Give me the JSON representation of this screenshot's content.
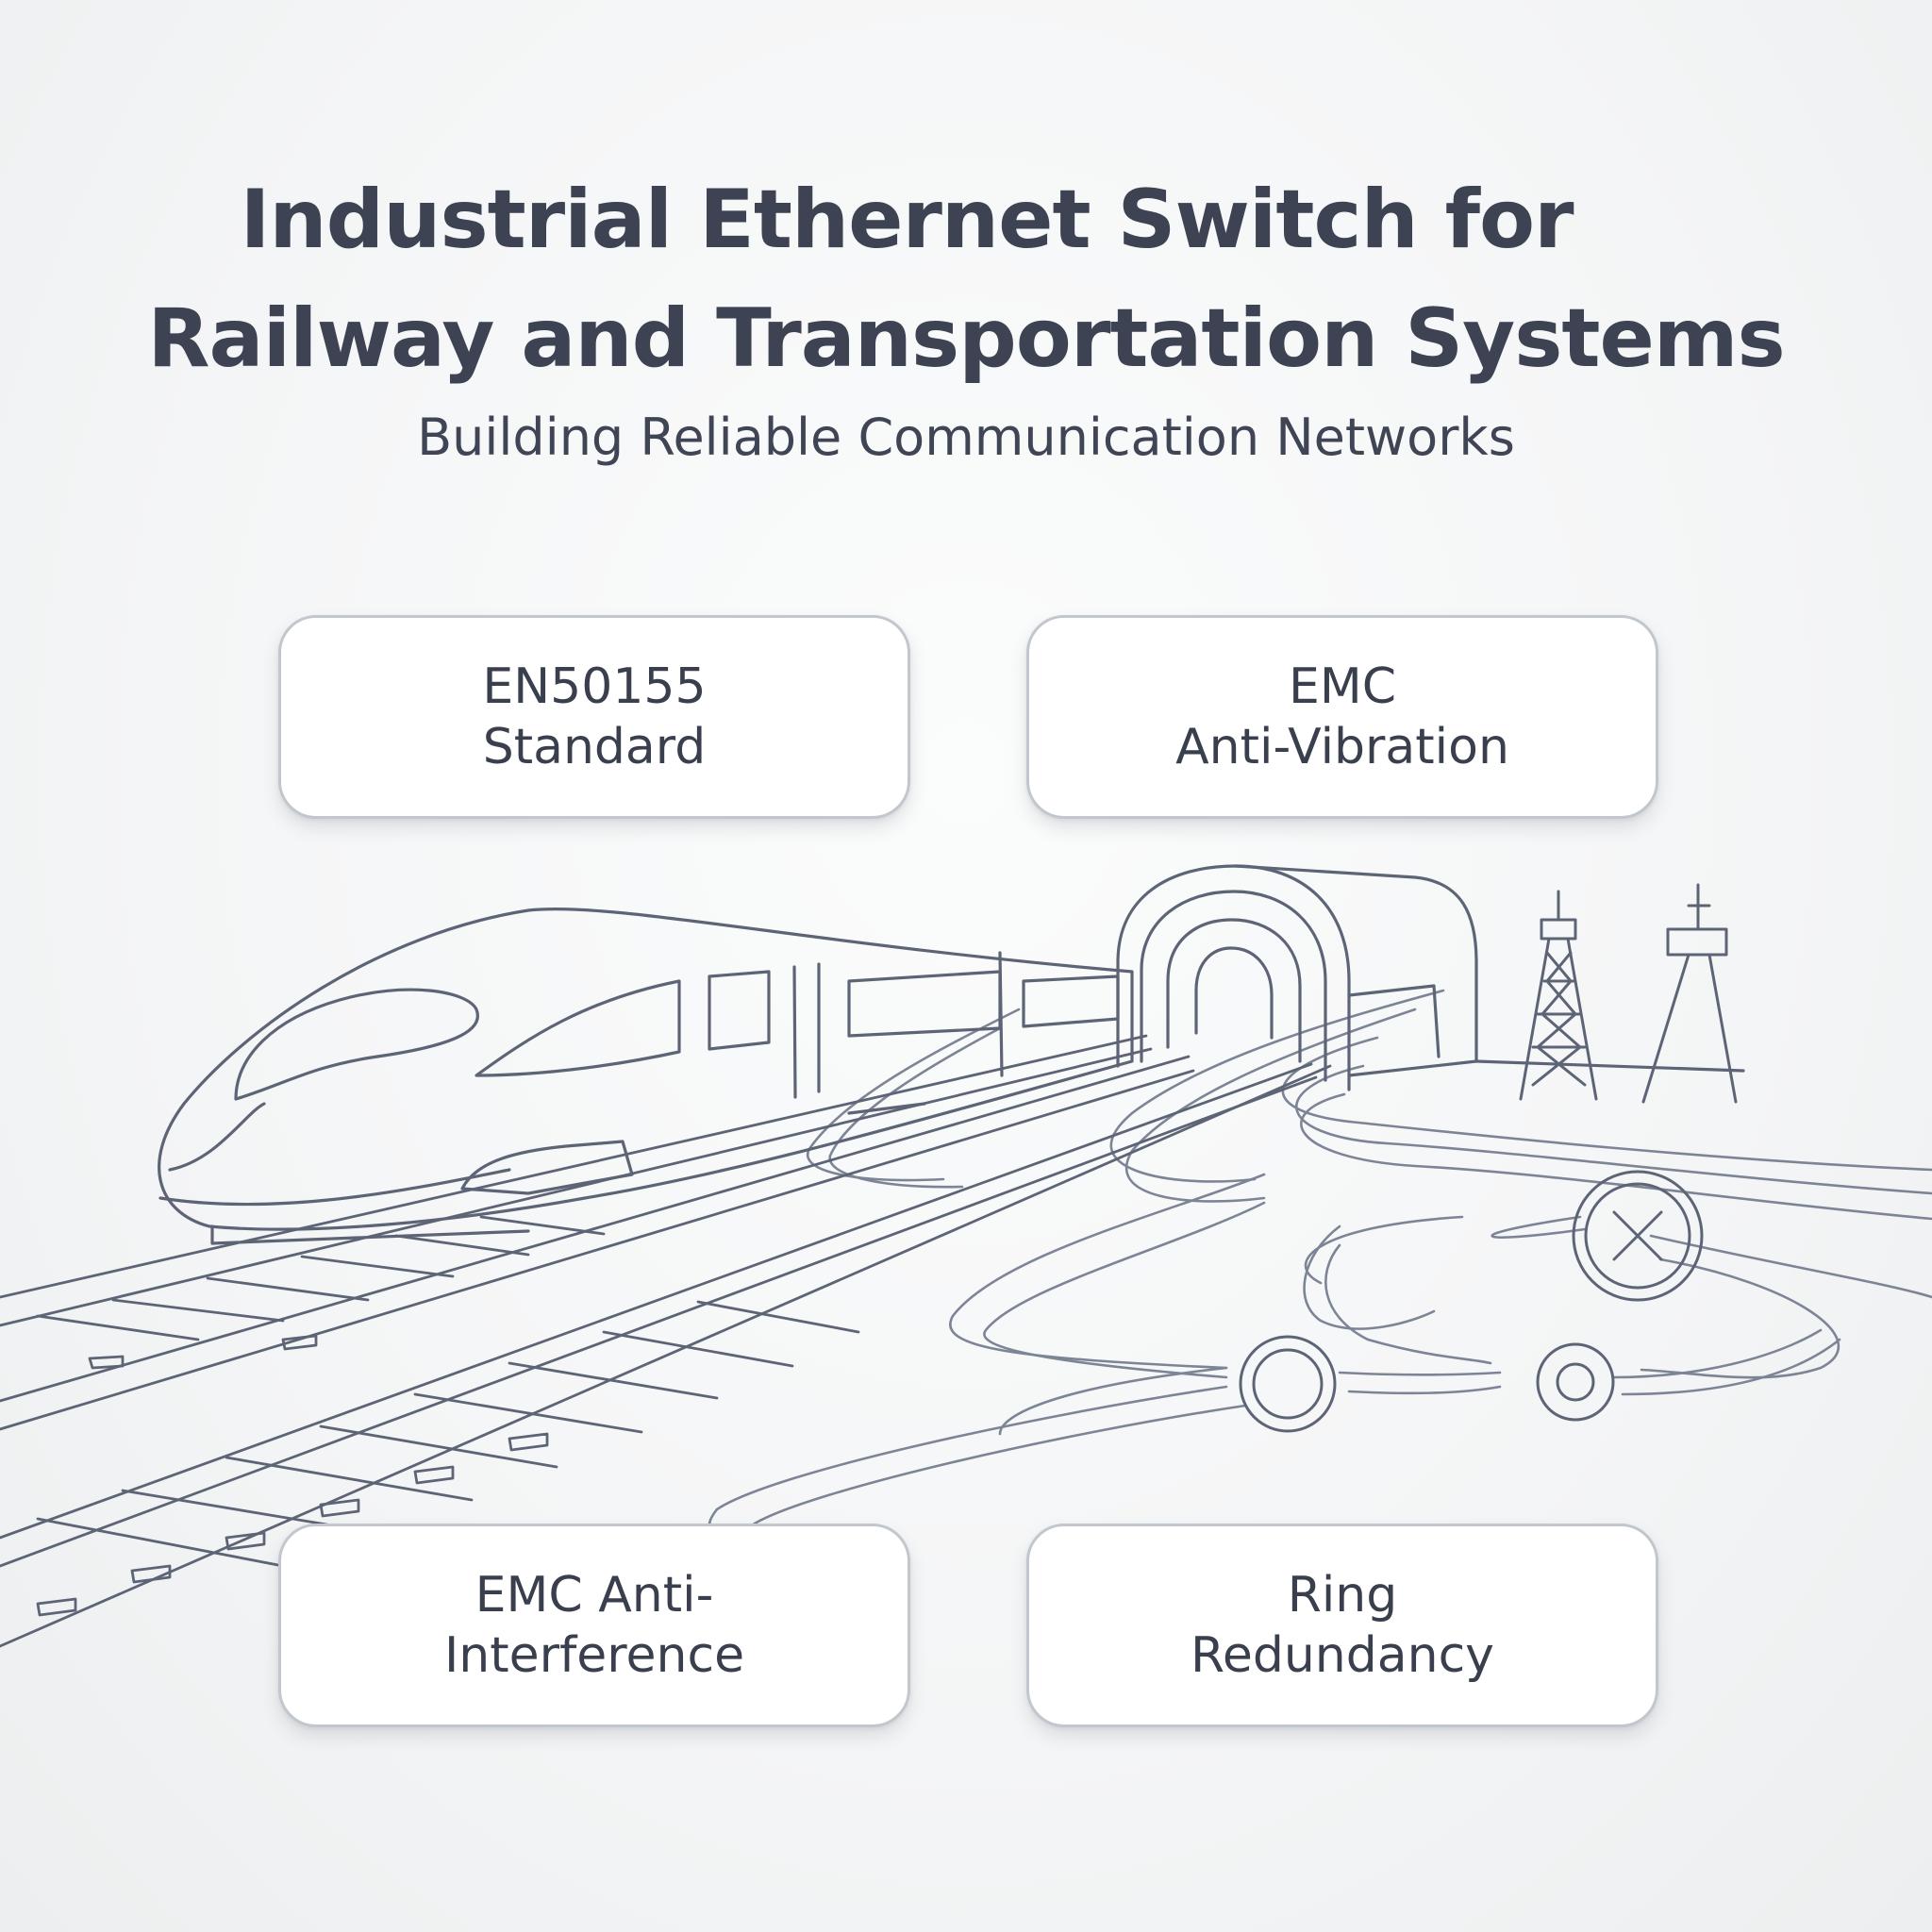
{
  "header": {
    "title_line1": "Industrial Ethernet Switch for",
    "title_line2": "Railway and Transportation Systems",
    "subtitle": "Building Reliable Communication Networks"
  },
  "features": [
    {
      "line1": "EN50155",
      "line2": "Standard"
    },
    {
      "line1": "EMC",
      "line2": "Anti-Vibration"
    },
    {
      "line1": "EMC Anti-",
      "line2": "Interference"
    },
    {
      "line1": "Ring",
      "line2": "Redundancy"
    }
  ],
  "colors": {
    "background": "#f4f5f6",
    "text": "#3a3f4e",
    "line_art": "#5d6476",
    "card_border": "#c2c6cd"
  },
  "illustration": {
    "icons": [
      "train-icon",
      "railway-track-icon",
      "tunnel-icon",
      "transmission-tower-icon",
      "antenna-tower-icon",
      "network-cable-icon",
      "network-node-icon",
      "blocked-node-icon"
    ]
  }
}
